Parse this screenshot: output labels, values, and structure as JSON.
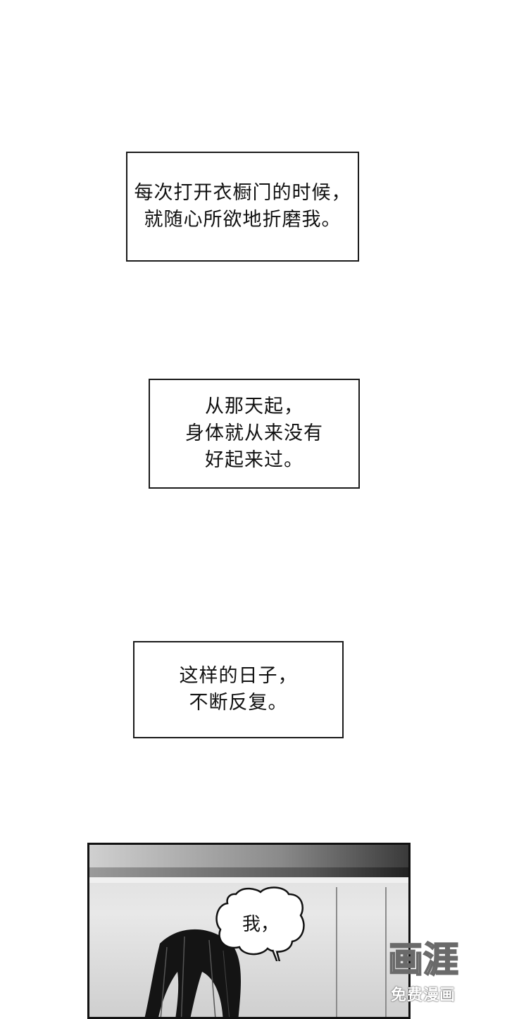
{
  "captions": [
    {
      "lines": [
        "每次打开衣橱门的时候，",
        "就随心所欲地折磨我。"
      ]
    },
    {
      "lines": [
        "从那天起，",
        "身体就从来没有",
        "好起来过。"
      ]
    },
    {
      "lines": [
        "这样的日子，",
        "不断反复。"
      ]
    }
  ],
  "panel": {
    "speech": "我，"
  },
  "watermark": {
    "logo": "画涯",
    "subtitle": "免费漫画"
  }
}
